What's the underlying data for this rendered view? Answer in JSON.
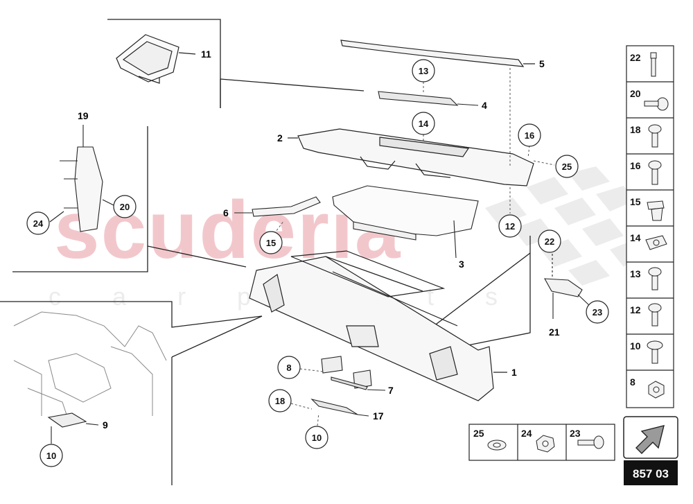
{
  "diagram_code": "857 03",
  "watermark": {
    "brand": "scuderia",
    "sub": "c a r   p a r t s"
  },
  "callouts": {
    "c13": "13",
    "c14": "14",
    "c16": "16",
    "c25": "25",
    "c12": "12",
    "c22": "22",
    "c23": "23",
    "c20": "20",
    "c24": "24",
    "c15": "15",
    "c8": "8",
    "c18": "18",
    "c10a": "10",
    "c10b": "10"
  },
  "labels": {
    "l11": "11",
    "l5": "5",
    "l4": "4",
    "l2": "2",
    "l19": "19",
    "l6": "6",
    "l3": "3",
    "l21": "21",
    "l1": "1",
    "l7": "7",
    "l17": "17",
    "l9": "9"
  },
  "sidebar": [
    "22",
    "20",
    "18",
    "16",
    "15",
    "14",
    "13",
    "12",
    "10",
    "8"
  ],
  "bottom_parts": [
    "25",
    "24",
    "23"
  ],
  "colors": {
    "line": "#222222",
    "watermark": "#f2c7cb",
    "checker": "#ececec",
    "badge": "#111111"
  }
}
